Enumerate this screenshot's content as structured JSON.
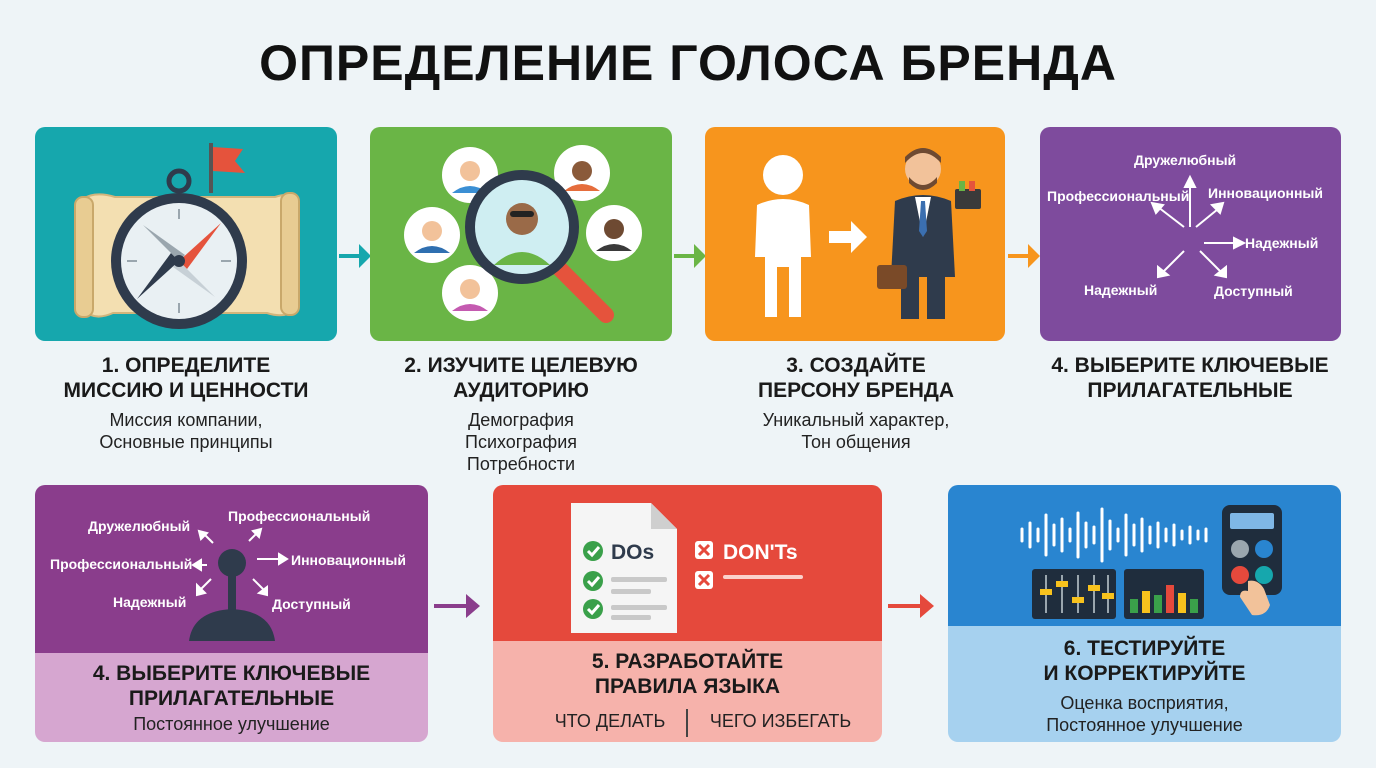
{
  "title": "ОПРЕДЕЛЕНИЕ ГОЛОСА БРЕНДА",
  "steps": [
    {
      "heading_l1": "1. ОПРЕДЕЛИТЕ",
      "heading_l2": "МИССИЮ И ЦЕННОСТИ",
      "sub_l1": "Миссия компании,",
      "sub_l2": "Основные принципы"
    },
    {
      "heading_l1": "2. ИЗУЧИТЕ ЦЕЛЕВУЮ",
      "heading_l2": "АУДИТОРИЮ",
      "sub_l1": "Демография",
      "sub_l2": "Психография",
      "sub_l3": "Потребности"
    },
    {
      "heading_l1": "3. СОЗДАЙТЕ",
      "heading_l2": "ПЕРСОНУ БРЕНДА",
      "sub_l1": "Уникальный характер,",
      "sub_l2": "Тон общения"
    },
    {
      "heading_l1": "4. ВЫБЕРИТЕ КЛЮЧЕВЫЕ",
      "heading_l2": "ПРИЛАГАТЕЛЬНЫЕ",
      "words": [
        "Дружелюбный",
        "Профессиональный",
        "Инновационный",
        "Надежный",
        "Надежный",
        "Доступный"
      ]
    },
    {
      "heading_l1": "4. ВЫБЕРИТЕ КЛЮЧЕВЫЕ",
      "heading_l2": "ПРИЛАГАТЕЛЬНЫЕ",
      "sub_l1": "Постоянноe улучшение",
      "words": [
        "Дружелюбный",
        "Профессиональный",
        "Профессиональный",
        "Инновационный",
        "Надежный",
        "Доступный"
      ]
    },
    {
      "heading_l1": "5. РАЗРАБОТАЙТЕ",
      "heading_l2": "ПРАВИЛА ЯЗЫКА",
      "do_label": "DOs",
      "dont_label": "DON'Ts",
      "left_col": "ЧТО ДЕЛАТЬ",
      "right_col": "ЧЕГО ИЗБЕГАТЬ"
    },
    {
      "heading_l1": "6. ТЕСТИРУЙТЕ",
      "heading_l2": "И КОРРЕКТИРУЙТЕ",
      "sub_l1": "Оценка восприятия,",
      "sub_l2": "Постоянное улучшение"
    }
  ],
  "colors": {
    "teal": "#16a7ad",
    "green": "#6ab546",
    "orange": "#f7951d",
    "purple": "#7e4b9d",
    "magenta": "#8a3d8c",
    "red": "#e5493c",
    "blue": "#2985d0"
  }
}
